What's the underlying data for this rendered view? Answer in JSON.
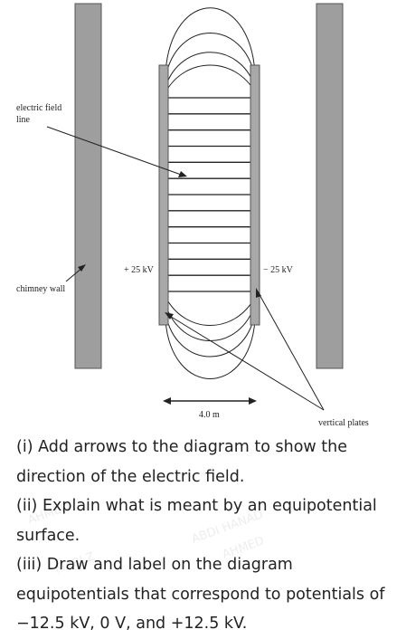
{
  "labels": {
    "field_line": [
      "electric field",
      "line"
    ],
    "chimney_wall": "chimney wall",
    "left_plate_potential": "+ 25 kV",
    "right_plate_potential": "− 25 kV",
    "plate_separation": "4.0 m",
    "vertical_plates": "vertical plates"
  },
  "questions": {
    "q1": "(i) Add arrows to the diagram to show the direction of the electric field.",
    "q2": "(ii) Explain what is meant by an equipotential surface.",
    "q3": "(iii) Draw and label on the diagram equipotentials that correspond to potentials of −12.5 kV, 0 V, and +12.5 kV."
  },
  "diagram": {
    "uniform_field_line_count": 13
  },
  "watermark": {
    "text_a": "ABDI HANAD",
    "text_b": "AHMED",
    "text_c": "MARLZ"
  },
  "colors": {
    "wall": "#9e9e9e",
    "wall_edge": "#555555",
    "plate": "#a8a8a8",
    "line": "#222222",
    "text": "#222222"
  }
}
